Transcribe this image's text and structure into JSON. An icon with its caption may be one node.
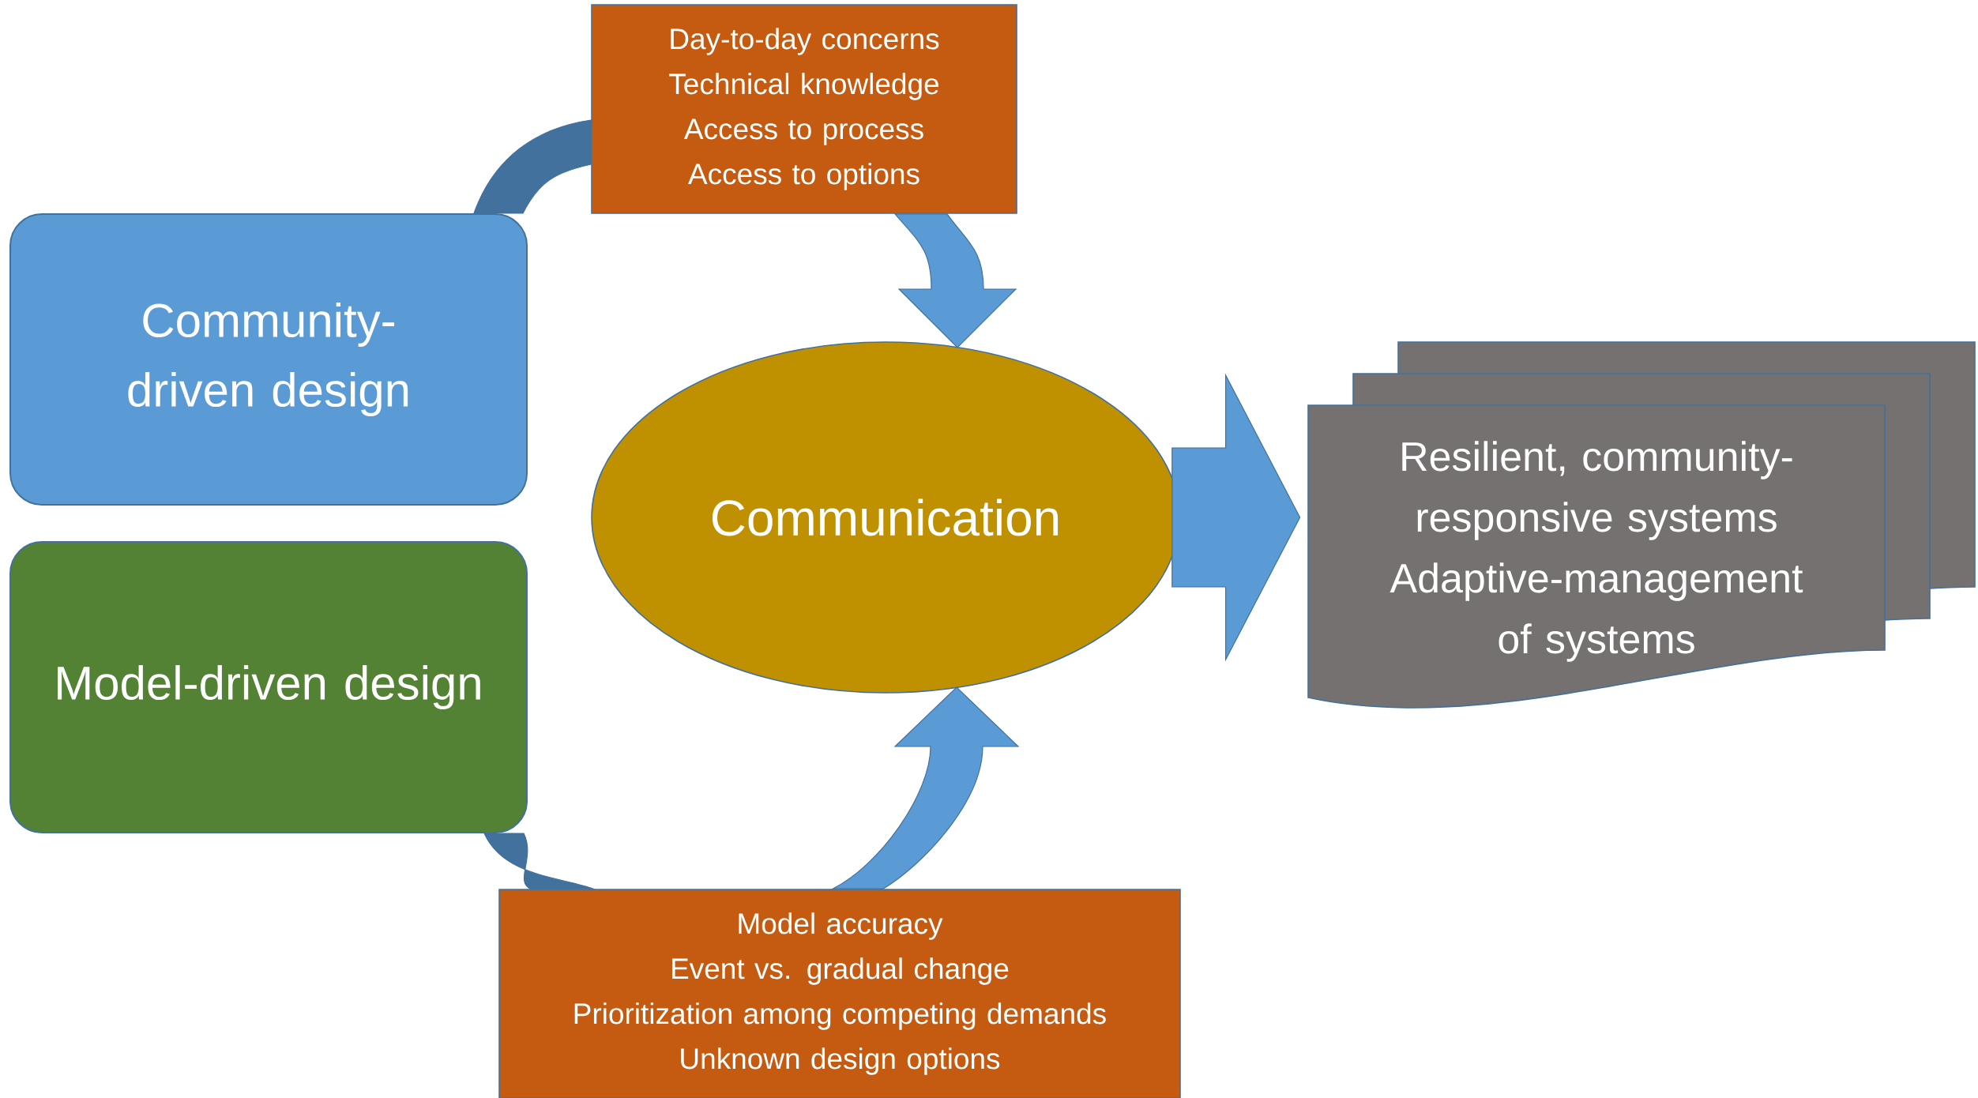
{
  "diagram": {
    "nodes": [
      {
        "text": [
          "Community-driven design"
        ]
      },
      {
        "text": [
          "Model-driven design"
        ]
      },
      {
        "text": [
          "Day-to-day concerns",
          "Technical knowledge",
          "Access to process",
          "Access to options"
        ]
      },
      {
        "text": [
          "Communication"
        ]
      },
      {
        "text": [
          "Resilient, community-responsive systems",
          "Adaptive-management of systems"
        ]
      },
      {
        "text": [
          "Model accuracy",
          "Event vs. gradual change",
          "Prioritization among competing demands",
          "Unknown design options"
        ]
      }
    ],
    "edges": [
      {
        "from": 0,
        "to": 2,
        "arrow": "none",
        "color": "#41719c"
      },
      {
        "from": 2,
        "to": 3,
        "arrow": "to"
      },
      {
        "from": 1,
        "to": 5,
        "arrow": "none",
        "color": "#41719c"
      },
      {
        "from": 5,
        "to": 3,
        "arrow": "to"
      },
      {
        "from": 3,
        "to": 4,
        "arrow": "to",
        "style": "thick"
      }
    ]
  }
}
